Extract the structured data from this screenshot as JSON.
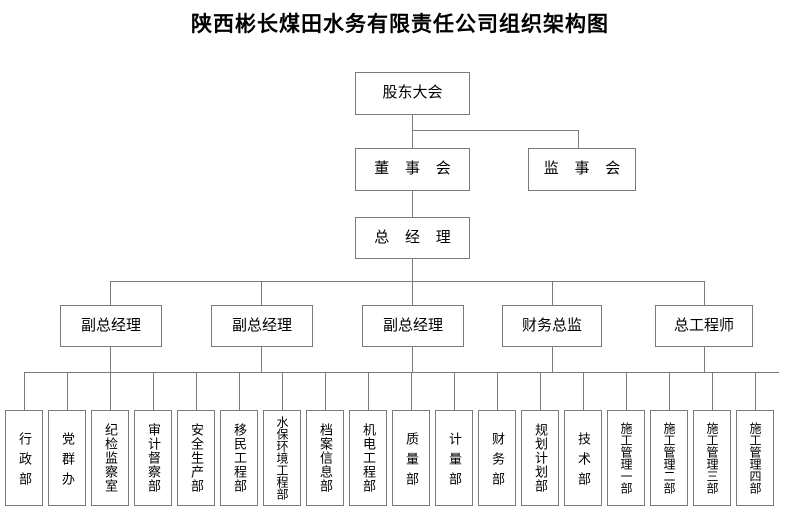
{
  "title": "陕西彬长煤田水务有限责任公司组织架构图",
  "chart_data": {
    "type": "diagram",
    "title": "陕西彬长煤田水务有限责任公司组织架构图",
    "levels": [
      {
        "level": 1,
        "nodes": [
          {
            "id": "shareholders",
            "label": "股东大会"
          }
        ]
      },
      {
        "level": 2,
        "nodes": [
          {
            "id": "board",
            "label": "董 事 会"
          },
          {
            "id": "supervisors",
            "label": "监 事 会"
          }
        ]
      },
      {
        "level": 3,
        "nodes": [
          {
            "id": "gm",
            "label": "总 经 理"
          }
        ]
      },
      {
        "level": 4,
        "nodes": [
          {
            "id": "vgm1",
            "label": "副总经理"
          },
          {
            "id": "vgm2",
            "label": "副总经理"
          },
          {
            "id": "vgm3",
            "label": "副总经理"
          },
          {
            "id": "cfo",
            "label": "财务总监"
          },
          {
            "id": "chief_eng",
            "label": "总工程师"
          }
        ]
      },
      {
        "level": 5,
        "nodes": [
          {
            "id": "d01",
            "label": "行政部"
          },
          {
            "id": "d02",
            "label": "党群办"
          },
          {
            "id": "d03",
            "label": "纪检监察室"
          },
          {
            "id": "d04",
            "label": "审计督察部"
          },
          {
            "id": "d05",
            "label": "安全生产部"
          },
          {
            "id": "d06",
            "label": "移民工程部"
          },
          {
            "id": "d07",
            "label": "水保环境工程部"
          },
          {
            "id": "d08",
            "label": "档案信息部"
          },
          {
            "id": "d09",
            "label": "机电工程部"
          },
          {
            "id": "d10",
            "label": "质量部"
          },
          {
            "id": "d11",
            "label": "计量部"
          },
          {
            "id": "d12",
            "label": "财务部"
          },
          {
            "id": "d13",
            "label": "规划计划部"
          },
          {
            "id": "d14",
            "label": "技术部"
          },
          {
            "id": "d15",
            "label": "施工管理一部"
          },
          {
            "id": "d16",
            "label": "施工管理二部"
          },
          {
            "id": "d17",
            "label": "施工管理三部"
          },
          {
            "id": "d18",
            "label": "施工管理四部"
          }
        ]
      }
    ],
    "edges": [
      {
        "from": "shareholders",
        "to": "board"
      },
      {
        "from": "shareholders",
        "to": "supervisors"
      },
      {
        "from": "board",
        "to": "gm"
      },
      {
        "from": "gm",
        "to": "vgm1"
      },
      {
        "from": "gm",
        "to": "vgm2"
      },
      {
        "from": "gm",
        "to": "vgm3"
      },
      {
        "from": "gm",
        "to": "cfo"
      },
      {
        "from": "gm",
        "to": "chief_eng"
      },
      {
        "from": "vgm1",
        "to": "department-bus"
      },
      {
        "from": "vgm2",
        "to": "department-bus"
      },
      {
        "from": "vgm3",
        "to": "department-bus"
      },
      {
        "from": "cfo",
        "to": "department-bus"
      },
      {
        "from": "chief_eng",
        "to": "department-bus"
      }
    ],
    "colors": {
      "background": "#ffffff",
      "box_border": "#7b7b7b",
      "connector": "#7b7b7b",
      "text": "#000000"
    }
  }
}
